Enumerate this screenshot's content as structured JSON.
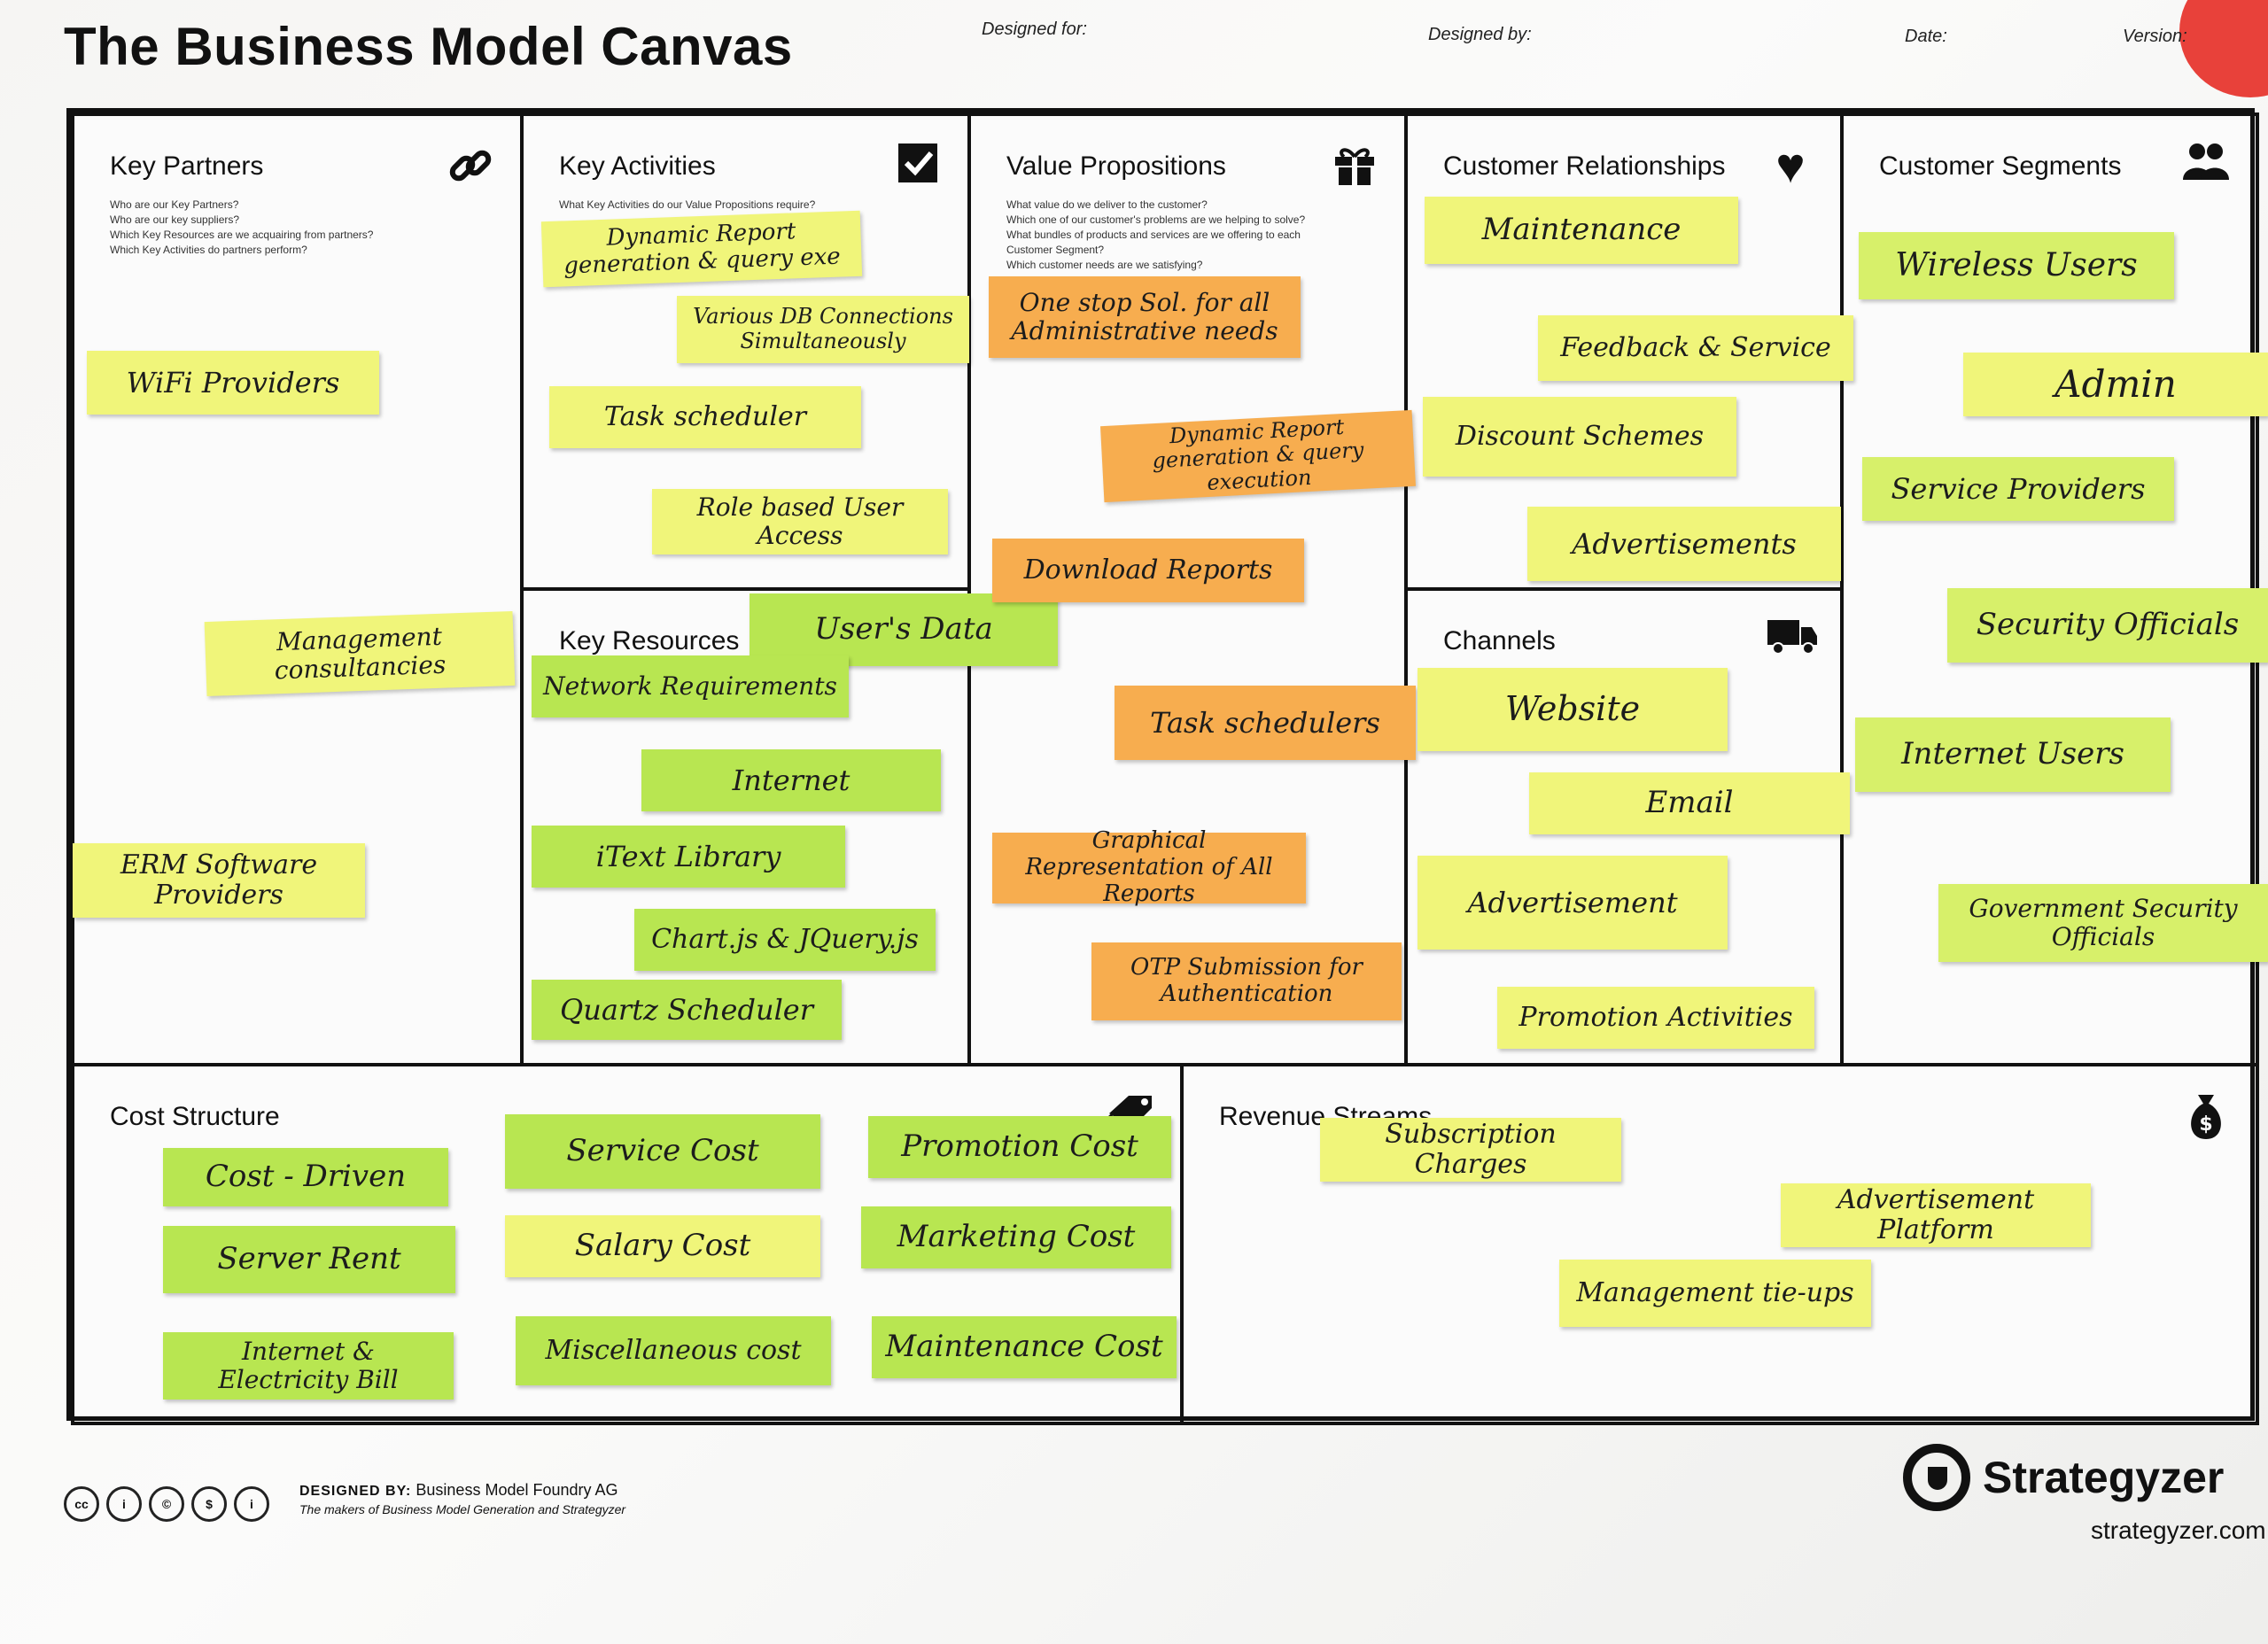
{
  "header": {
    "title": "The Business Model Canvas",
    "designed_for": "Designed for:",
    "designed_by": "Designed by:",
    "date": "Date:",
    "version": "Version:"
  },
  "colors": {
    "yellow": "#f0f57a",
    "green": "#b8e651",
    "light_green": "#d7f06a",
    "orange": "#f7ad4f",
    "border": "#111111"
  },
  "blocks": {
    "key_partners": {
      "title": "Key Partners",
      "icon": "link-icon",
      "questions": "Who are our Key Partners?\nWho are our key suppliers?\nWhich Key Resources are we acquairing from partners?\nWhich Key Activities do partners perform?",
      "notes": [
        "WiFi Providers",
        "Management consultancies",
        "ERM Software Providers"
      ]
    },
    "key_activities": {
      "title": "Key Activities",
      "icon": "checkbox-icon",
      "questions": "What Key Activities do our Value Propositions require?",
      "notes": [
        "Dynamic Report generation & query exe",
        "Various DB Connections Simultaneously",
        "Task scheduler",
        "Role based User Access"
      ]
    },
    "key_resources": {
      "title": "Key Resources",
      "notes": [
        "User's Data",
        "Network Requirements",
        "Internet",
        "iText Library",
        "Chart.js & JQuery.js",
        "Quartz Scheduler"
      ]
    },
    "value_propositions": {
      "title": "Value Propositions",
      "icon": "gift-icon",
      "questions": "What value do we deliver to the customer?\nWhich one of our customer's problems are we helping to solve?\nWhat bundles of products and services are we offering to each Customer Segment?\nWhich customer needs are we satisfying?",
      "notes": [
        "One stop Sol. for all Administrative needs",
        "Dynamic Report generation & query execution",
        "Download Reports",
        "Task schedulers",
        "Graphical Representation of All Reports",
        "OTP Submission for Authentication"
      ]
    },
    "customer_relationships": {
      "title": "Customer Relationships",
      "icon": "heart-icon",
      "notes": [
        "Maintenance",
        "Feedback & Service",
        "Discount Schemes",
        "Advertisements"
      ]
    },
    "channels": {
      "title": "Channels",
      "icon": "truck-icon",
      "notes": [
        "Website",
        "Email",
        "Advertisement",
        "Promotion Activities"
      ]
    },
    "customer_segments": {
      "title": "Customer Segments",
      "icon": "people-icon",
      "notes": [
        "Wireless Users",
        "Admin",
        "Service Providers",
        "Security Officials",
        "Internet Users",
        "Government Security Officials"
      ]
    },
    "cost_structure": {
      "title": "Cost Structure",
      "icon": "tag-icon",
      "notes": [
        "Cost - Driven",
        "Server Rent",
        "Internet & Electricity Bill",
        "Service Cost",
        "Salary Cost",
        "Miscellaneous cost",
        "Promotion Cost",
        "Marketing Cost",
        "Maintenance Cost"
      ]
    },
    "revenue_streams": {
      "title": "Revenue Streams",
      "icon": "moneybag-icon",
      "notes": [
        "Subscription Charges",
        "Advertisement Platform",
        "Management tie-ups"
      ]
    }
  },
  "footer": {
    "designed_by_label": "DESIGNED BY:",
    "designed_by": "Business Model Foundry AG",
    "tagline": "The makers of Business Model Generation and Strategyzer",
    "brand": "Strategyzer",
    "url": "strategyzer.com"
  }
}
